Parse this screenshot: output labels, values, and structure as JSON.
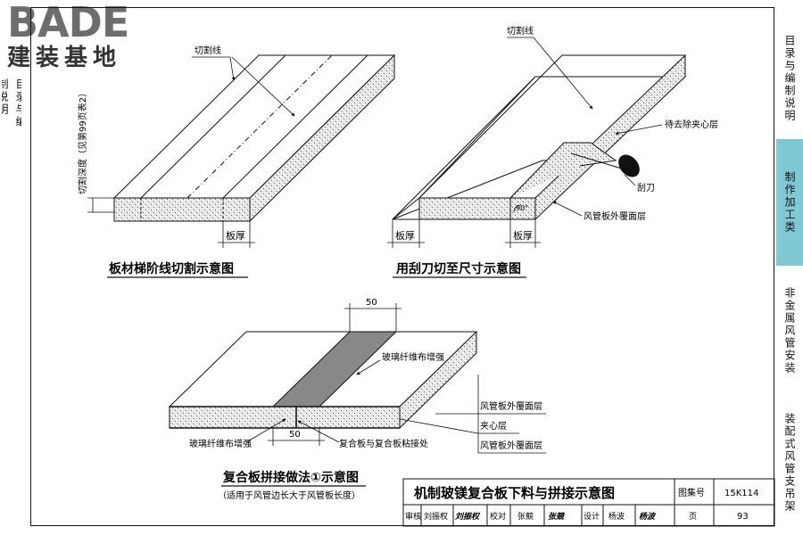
{
  "logo": {
    "brand": "BADE",
    "subtitle": "建装基地"
  },
  "left_sidebar": {
    "text": "目录与编制说明"
  },
  "right_sidebar": {
    "tabs": [
      {
        "label": "目录与编制说明",
        "active": false
      },
      {
        "label": "制作加工类",
        "active": true
      },
      {
        "label": "非金属风管安装",
        "active": false
      },
      {
        "label": "装配式风管支吊架",
        "active": false
      }
    ],
    "accent": "#7fc8d4"
  },
  "fig1": {
    "caption": "板材梯阶线切割示意图",
    "cut_line_label": "切割线",
    "depth_label": "切割深度（见第99页表2）",
    "thickness_label": "板厚"
  },
  "fig2": {
    "caption": "用刮刀切至尺寸示意图",
    "cut_line_label": "切割线",
    "remove_label": "待去除夹心层",
    "knife_label": "刮刀",
    "angle_label": "90°",
    "cover_label": "风管板外覆面层",
    "thickness_left": "板厚",
    "thickness_right": "板厚"
  },
  "fig3": {
    "caption": "复合板拼接做法①示意图",
    "note": "（适用于风管边长大于风管板长度）",
    "dim_top": "50",
    "dim_bottom": "50",
    "fabric_top_label": "玻璃纤维布增强",
    "fabric_bottom_label": "玻璃纤维布增强",
    "joint_label": "复合板与复合板粘接处",
    "layers": [
      "风管板外覆面层",
      "夹心层",
      "风管板外覆面层"
    ]
  },
  "title_block": {
    "title": "机制玻镁复合板下料与拼接示意图",
    "atlas_label": "图集号",
    "atlas_no": "15K114",
    "review_label": "审核",
    "reviewer": "刘振权",
    "reviewer_sig": "刘振权",
    "check_label": "校对",
    "checker": "张競",
    "checker_sig": "张競",
    "design_label": "设计",
    "designer": "杨波",
    "designer_sig": "杨波",
    "page_label": "页",
    "page_no": "93"
  }
}
